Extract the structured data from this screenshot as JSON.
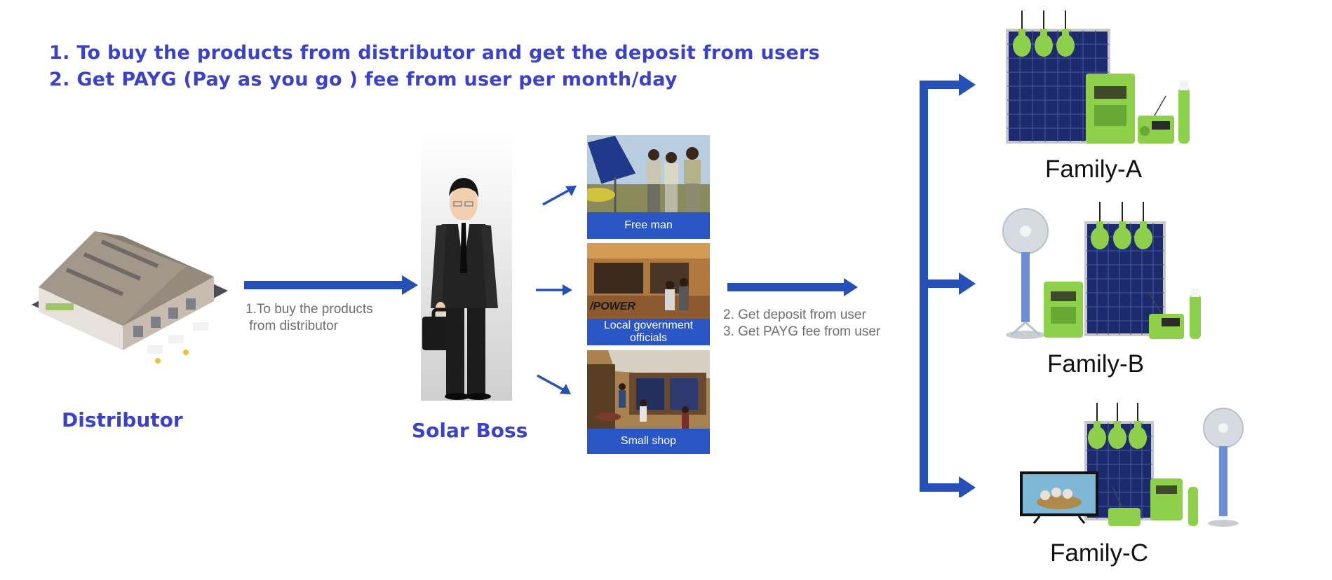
{
  "headlines": {
    "line1": "1. To buy the products from distributor and get the deposit from users",
    "line2": "2. Get PAYG (Pay as you go ) fee from user per month/day"
  },
  "nodes": {
    "distributor": "Distributor",
    "solar_boss": "Solar Boss"
  },
  "notes": {
    "buy": "1.To buy the products\n from distributor",
    "deposit": "2. Get deposit from user\n3. Get PAYG fee from user"
  },
  "agents": [
    {
      "label": "Free man"
    },
    {
      "label": "Local government\nofficials"
    },
    {
      "label": "Small shop"
    }
  ],
  "shop_sign": "/POWER",
  "families": [
    {
      "label": "Family-A"
    },
    {
      "label": "Family-B"
    },
    {
      "label": "Family-C"
    }
  ],
  "colors": {
    "heading_blue": "#3b42c9",
    "arrow_blue": "#2450b8",
    "product_green": "#8ed04a",
    "panel_navy": "#1c2a6e"
  }
}
